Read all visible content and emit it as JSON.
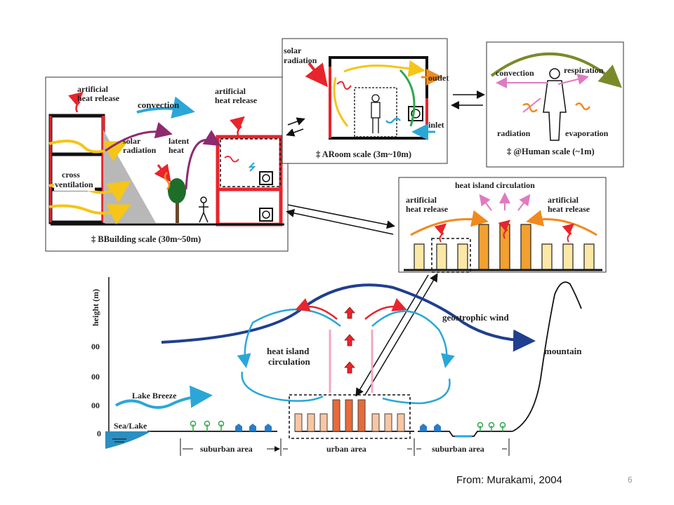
{
  "building_panel": {
    "artificial_heat_release_left_1": "artificial",
    "artificial_heat_release_left_2": "heat release",
    "convection": "convection",
    "artificial_heat_release_right_1": "artificial",
    "artificial_heat_release_right_2": "heat release",
    "solar_radiation_1": "solar",
    "solar_radiation_2": "radiation",
    "latent_heat_1": "latent",
    "latent_heat_2": "heat",
    "cross_ventilation_1": "cross",
    "cross_ventilation_2": "ventilation",
    "caption": "‡ BBuilding scale (30m~50m)"
  },
  "room_panel": {
    "solar_radiation_1": "solar",
    "solar_radiation_2": "radiation",
    "outlet": "outlet",
    "inlet": "inlet",
    "caption": "‡ ARoom scale (3m~10m)"
  },
  "human_panel": {
    "convection": "convection",
    "respiration": "respiration",
    "radiation": "radiation",
    "evaporation": "evaporation",
    "caption": "‡ @Human scale (~1m)"
  },
  "island_panel": {
    "title": "heat island circulation",
    "artificial_left_1": "artificial",
    "artificial_left_2": "heat release",
    "artificial_right_1": "artificial",
    "artificial_right_2": "heat release"
  },
  "regional": {
    "y_axis_label": "height (m)",
    "y_ticks": [
      "00",
      "00",
      "00",
      "0"
    ],
    "geostrophic_wind": "geostrophic wind",
    "mountain": "mountain",
    "heat_island_1": "heat island",
    "heat_island_2": "circulation",
    "lake_breeze": "Lake Breeze",
    "sea_lake": "Sea/Lake",
    "suburban_left": "suburban area",
    "urban": "urban area",
    "suburban_right": "suburban area"
  },
  "footer": {
    "source": "From: Murakami, 2004",
    "page_number": "6"
  },
  "colors": {
    "wall_red": "#e8242c",
    "sky_blue": "#2aa7d8",
    "navy": "#1f3f8f",
    "orange": "#f08a1d",
    "olive": "#7a8a2a",
    "purple": "#8e2a6e",
    "bar_light": "#fbe8a6",
    "bar_orange": "#f2a030",
    "bar_peach": "#f9c6a2",
    "bar_red": "#e86a3a"
  }
}
